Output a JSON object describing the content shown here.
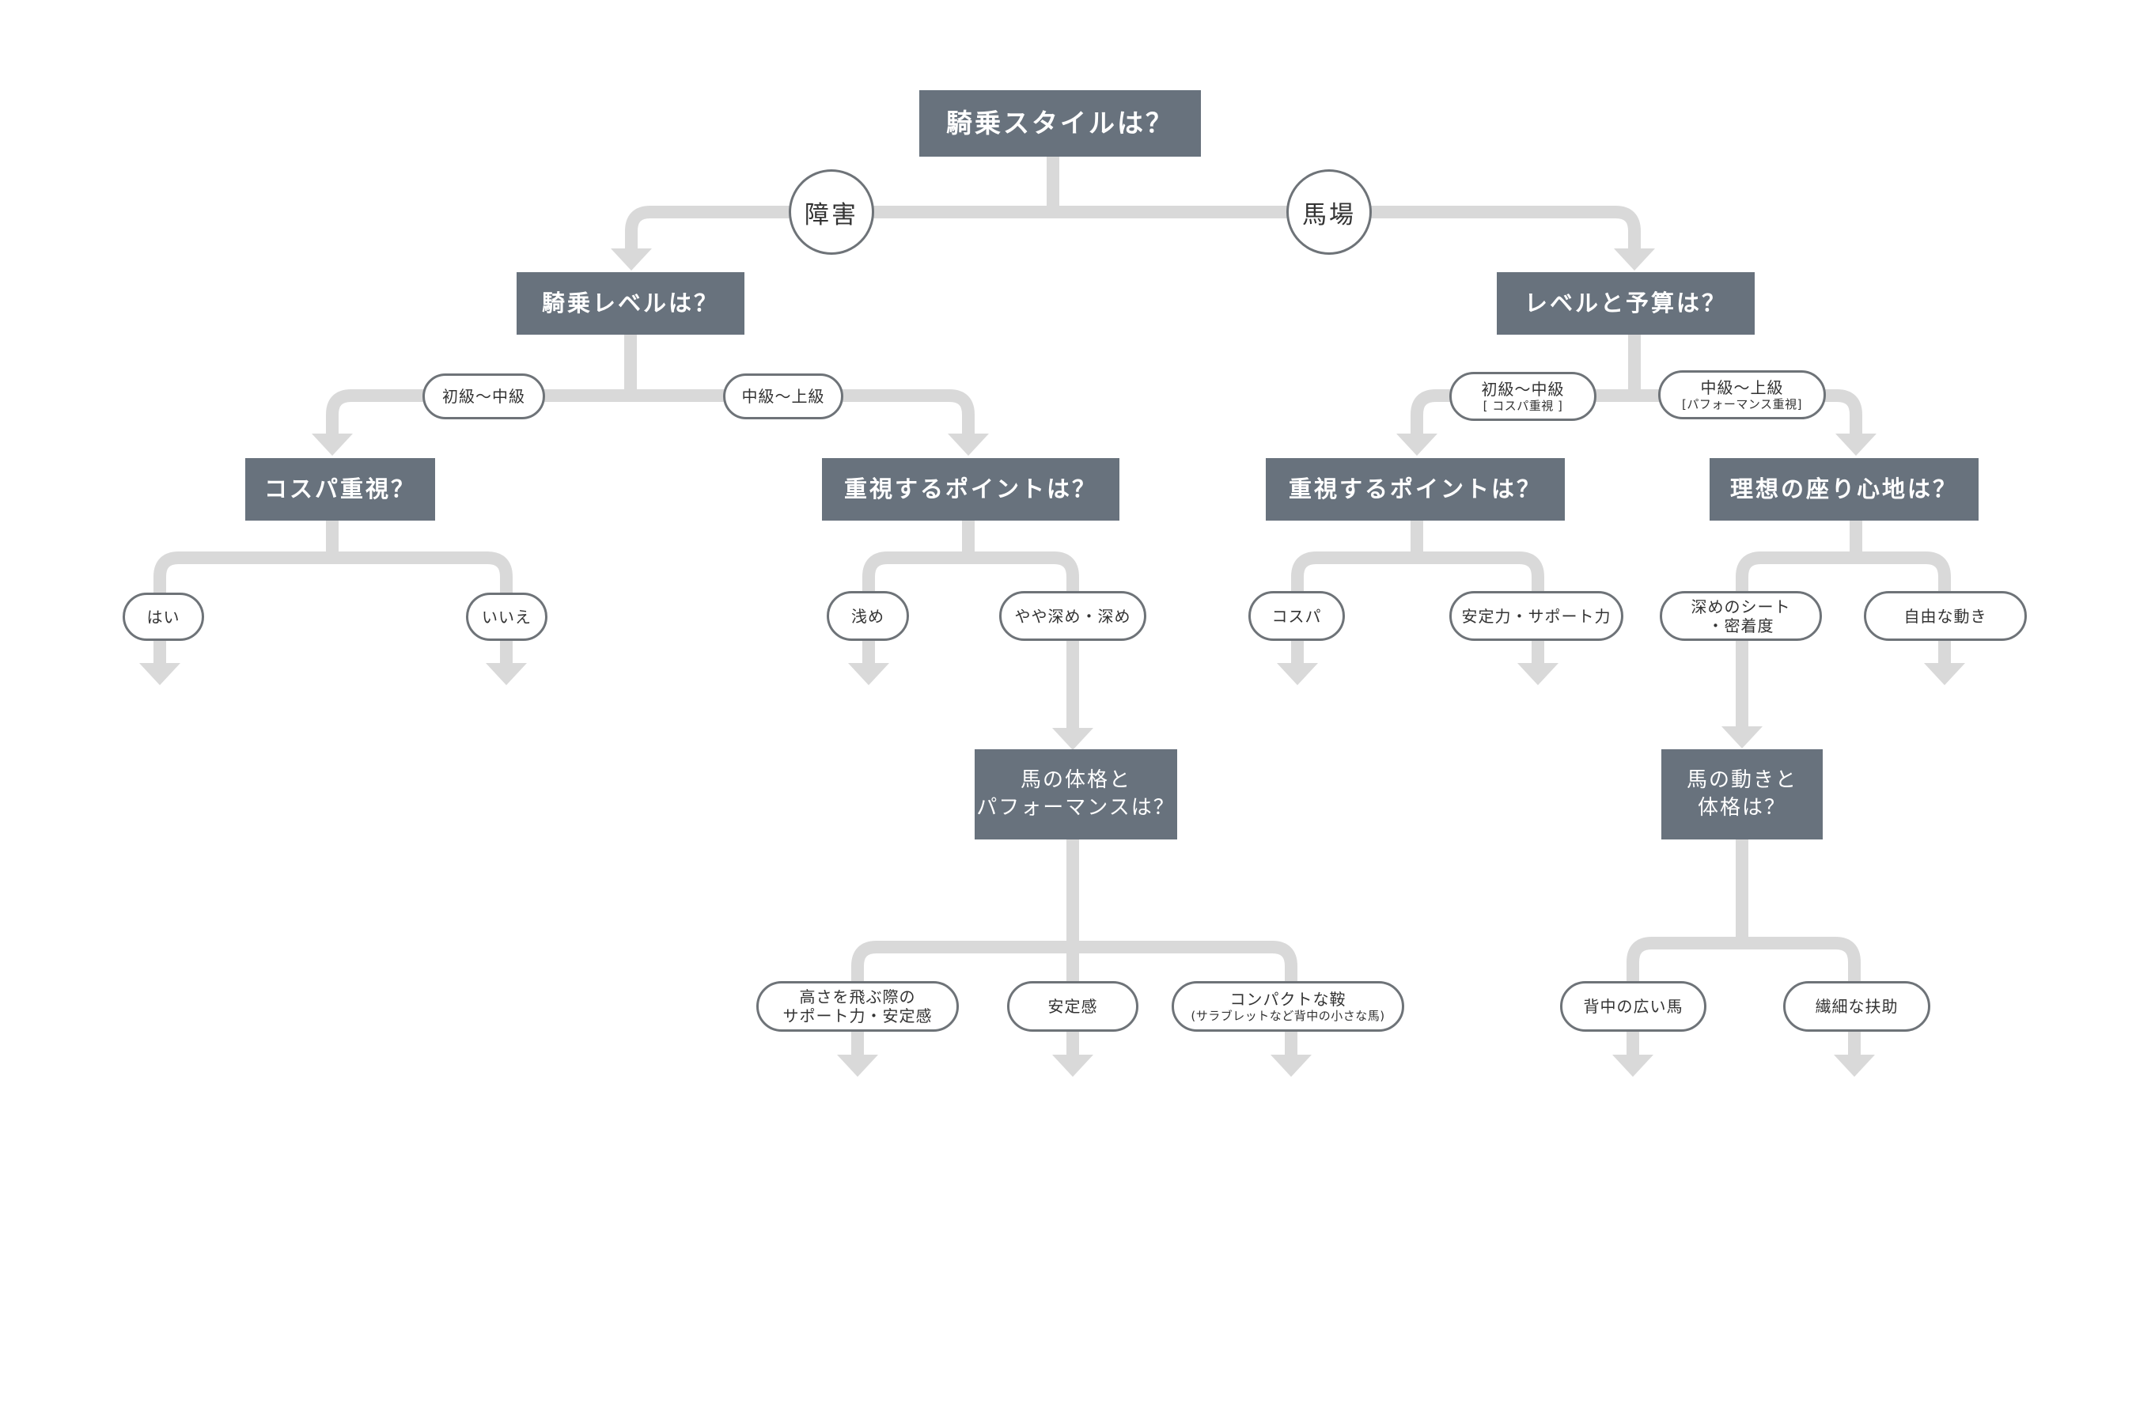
{
  "root": {
    "question": "騎乗スタイルは？"
  },
  "branches": {
    "obstacle": "障害",
    "flat": "馬場"
  },
  "obstacle_side": {
    "question": "騎乗レベルは？",
    "beginner_label": "初級〜中級",
    "advanced_label": "中級〜上級",
    "cost_question": "コスパ重視？",
    "yes": "はい",
    "no": "いいえ",
    "point_question": "重視するポイントは？",
    "shallow": "浅め",
    "deep": "やや深め・深め",
    "body_question_line1": "馬の体格と",
    "body_question_line2": "パフォーマンスは？",
    "jump_line1": "高さを飛ぶ際の",
    "jump_line2": "サポート力・安定感",
    "stability": "安定感",
    "compact_line1": "コンパクトな鞍",
    "compact_line2": "(サラブレットなど背中の小さな馬)"
  },
  "flat_side": {
    "question": "レベルと予算は？",
    "beginner_line1": "初級〜中級",
    "beginner_line2": "[ コスパ重視 ]",
    "advanced_line1": "中級〜上級",
    "advanced_line2": "[パフォーマンス重視]",
    "point_question": "重視するポイントは？",
    "cost": "コスパ",
    "support": "安定力・サポート力",
    "comfort_question": "理想の座り心地は？",
    "deep_seat_line1": "深めのシート",
    "deep_seat_line2": "・密着度",
    "free_motion": "自由な動き",
    "motion_question_line1": "馬の動きと",
    "motion_question_line2": "体格は？",
    "wide_back": "背中の広い馬",
    "fine_aids": "繊細な扶助"
  }
}
